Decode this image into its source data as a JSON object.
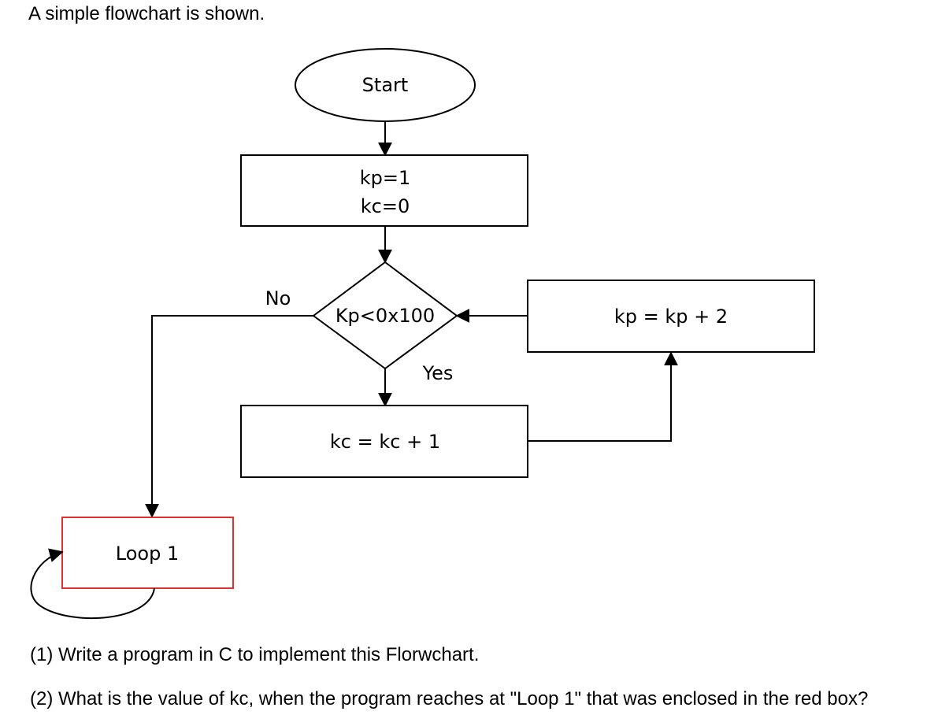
{
  "intro": "A simple flowchart is shown.",
  "flowchart": {
    "start": "Start",
    "init_line1": "kp=1",
    "init_line2": "kc=0",
    "decision": "Kp<0x100",
    "no_label": "No",
    "yes_label": "Yes",
    "increment_kc": "kc = kc + 1",
    "increment_kp": "kp = kp + 2",
    "loop": "Loop 1",
    "loop_box_color": "#e03030"
  },
  "questions": {
    "q1": "(1)  Write a program in C to implement this Florwchart.",
    "q2": "(2) What is the value of kc, when the program reaches at \"Loop 1\" that was enclosed in the red box?"
  }
}
